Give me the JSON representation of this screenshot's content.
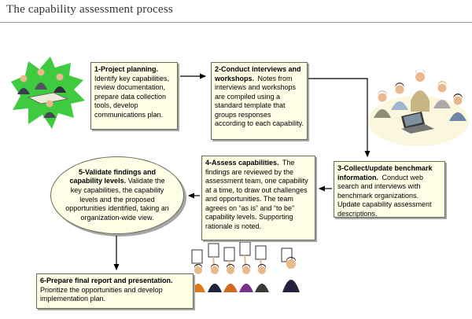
{
  "title": "The capability assessment process",
  "colors": {
    "title_color": "#33343B",
    "box_bg": "#FFFFE8",
    "box_border": "#6B6B55",
    "shadow": "#A6A6A6",
    "arrow": "#000000",
    "clipart_green": "#3FCB3F"
  },
  "steps": {
    "step1": {
      "heading": "1-Project planning.",
      "body": "Identify key capabilities, review documentation, prepare data collection tools, develop communications plan."
    },
    "step2": {
      "heading": "2-Conduct interviews and workshops.",
      "body": "Notes from interviews and workshops are compiled using a standard template that groups responses according to each capability."
    },
    "step3": {
      "heading": "3-Collect/update benchmark information.",
      "body": "Conduct web search and interviews with benchmark organizations. Update capability assessment descriptions."
    },
    "step4": {
      "heading": "4-Assess capabilities.",
      "body": "The findings are reviewed by the assessment team, one capability at a time, to draw out challenges and opportunities. The team agrees on “as is” and “to be” capability levels. Supporting rationale is noted."
    },
    "step5": {
      "heading": "5-Validate findings and capability levels.",
      "body": "Validate the key capabilities, the capability levels and the proposed opportunities identified, taking an organization-wide view."
    },
    "step6": {
      "heading": "6-Prepare final report and presentation.",
      "body": "Prioritize the opportunities and develop implementation plan."
    }
  },
  "icons": {
    "planning_meeting": "planning-meeting-clipart",
    "team_laptop": "team-around-laptop-clipart",
    "card_voting": "people-holding-cards-clipart"
  }
}
